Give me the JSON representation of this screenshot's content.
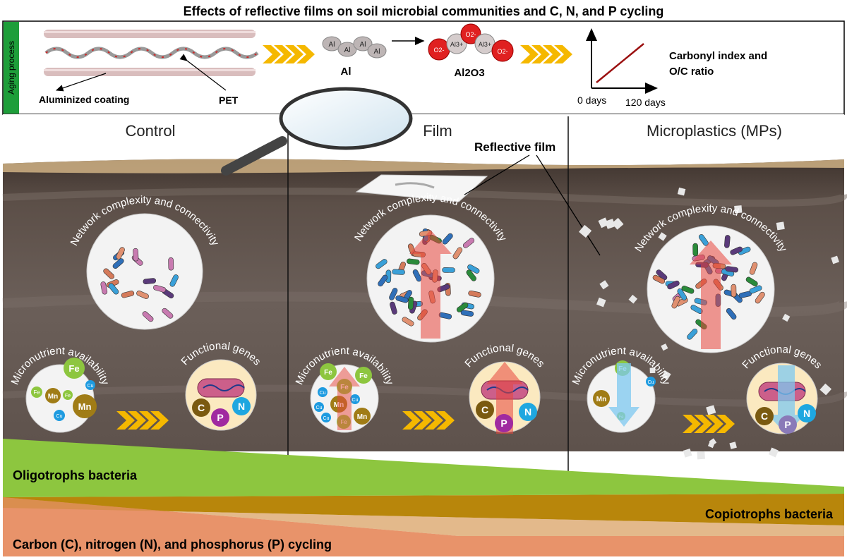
{
  "title": "Effects of reflective films on soil microbial communities and C, N, and P cycling",
  "aging": {
    "side_label": "Aging process",
    "coating_label": "Aluminized coating",
    "pet_label": "PET",
    "al_label": "Al",
    "al2o3_label": "Al2O3",
    "al_atom": "Al",
    "al3_atom": "Al3+",
    "o2_atom": "O2-",
    "index_label_line1": "Carbonyl index and",
    "index_label_line2": "O/C ratio",
    "x_start": "0 days",
    "x_end": "120 days"
  },
  "panels": [
    {
      "title": "Control"
    },
    {
      "title": "Film"
    },
    {
      "title": "Microplastics (MPs)"
    }
  ],
  "reflective_film_label": "Reflective film",
  "network_label": "Network complexity and connectivity",
  "micronutrient_label": "Micronutrient availability",
  "functional_label": "Functional genes",
  "nutrients": {
    "fe": "Fe",
    "mn": "Mn",
    "cu": "Cu"
  },
  "elements": {
    "c": "C",
    "p": "P",
    "n": "N"
  },
  "oligotrophs_label": "Oligotrophs bacteria",
  "copiotrophs_label": "Copiotrophs bacteria",
  "cycling_label": "Carbon (C), nitrogen (N), and phosphorus (P) cycling",
  "colors": {
    "soil_top": "#4a3c34",
    "soil_mid": "#6a5d56",
    "oligotroph": "#8dc63f",
    "copiotroph": "#b8860b",
    "cycling": "#e8936a",
    "chevron": "#f5b800",
    "green_tab": "#1e9e3a",
    "increase_arrow": "#e8453c",
    "decrease_arrow": "#7ec8f0"
  }
}
